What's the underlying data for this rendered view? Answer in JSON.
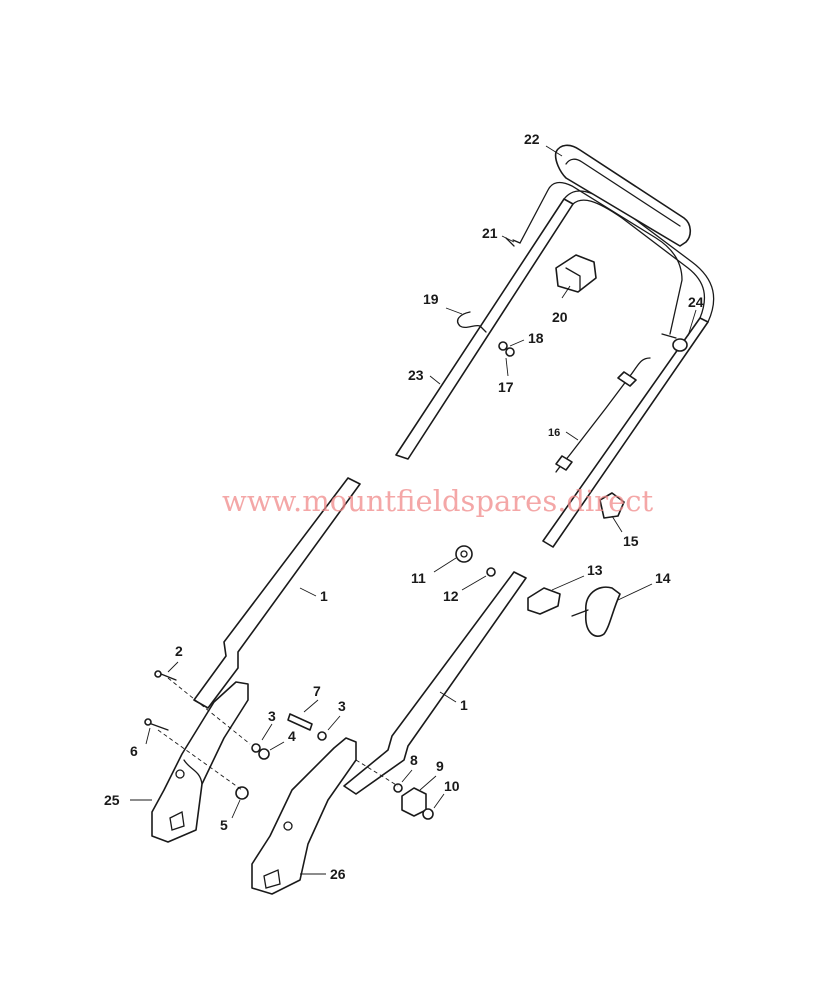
{
  "watermark": "www.mountfieldspares.direct",
  "callouts": {
    "c1a": "1",
    "c1b": "1",
    "c2": "2",
    "c3a": "3",
    "c3b": "3",
    "c4": "4",
    "c5": "5",
    "c6": "6",
    "c7": "7",
    "c8": "8",
    "c9": "9",
    "c10": "10",
    "c11": "11",
    "c12": "12",
    "c13": "13",
    "c14": "14",
    "c15": "15",
    "c16": "16",
    "c17": "17",
    "c18": "18",
    "c19": "19",
    "c20": "20",
    "c21": "21",
    "c22": "22",
    "c23": "23",
    "c24": "24",
    "c25": "25",
    "c26": "26"
  }
}
